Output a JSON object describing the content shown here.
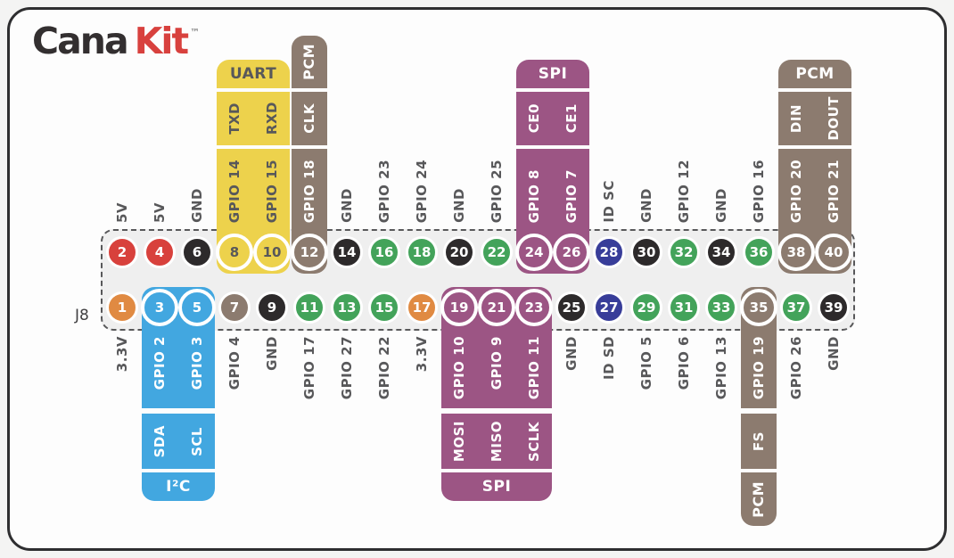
{
  "logo": {
    "part1": "Cana",
    "part2": "Kit",
    "tm": "™"
  },
  "connector": {
    "name": "J8"
  },
  "colors": {
    "red": "#d8413c",
    "orange": "#e08a42",
    "black": "#2d2a2b",
    "green": "#43a35a",
    "navy": "#383d99",
    "yellow": "#edd24c",
    "brown": "#8c7b6f",
    "purple": "#9c5584",
    "blue": "#42a7e0",
    "label_gray": "#58585a",
    "row_bg": "#efefef",
    "panel_border": "#2e2e30",
    "white": "#ffffff"
  },
  "pins": {
    "top": [
      {
        "pin": 2,
        "label": "5V",
        "color": "red"
      },
      {
        "pin": 4,
        "label": "5V",
        "color": "red"
      },
      {
        "pin": 6,
        "label": "GND",
        "color": "black"
      },
      {
        "pin": 8,
        "label": "GPIO 14",
        "color": "yellow",
        "ringed": true,
        "darkText": true
      },
      {
        "pin": 10,
        "label": "GPIO 15",
        "color": "yellow",
        "ringed": true,
        "darkText": true
      },
      {
        "pin": 12,
        "label": "GPIO 18",
        "color": "brown",
        "ringed": true,
        "labelWhite": true
      },
      {
        "pin": 14,
        "label": "GND",
        "color": "black"
      },
      {
        "pin": 16,
        "label": "GPIO 23",
        "color": "green"
      },
      {
        "pin": 18,
        "label": "GPIO 24",
        "color": "green"
      },
      {
        "pin": 20,
        "label": "GND",
        "color": "black"
      },
      {
        "pin": 22,
        "label": "GPIO 25",
        "color": "green"
      },
      {
        "pin": 24,
        "label": "GPIO 8",
        "color": "purple",
        "ringed": true,
        "labelWhite": true
      },
      {
        "pin": 26,
        "label": "GPIO 7",
        "color": "purple",
        "ringed": true,
        "labelWhite": true
      },
      {
        "pin": 28,
        "label": "ID SC",
        "color": "navy"
      },
      {
        "pin": 30,
        "label": "GND",
        "color": "black"
      },
      {
        "pin": 32,
        "label": "GPIO 12",
        "color": "green"
      },
      {
        "pin": 34,
        "label": "GND",
        "color": "black"
      },
      {
        "pin": 36,
        "label": "GPIO 16",
        "color": "green"
      },
      {
        "pin": 38,
        "label": "GPIO 20",
        "color": "brown",
        "ringed": true,
        "labelWhite": true
      },
      {
        "pin": 40,
        "label": "GPIO 21",
        "color": "brown",
        "ringed": true,
        "labelWhite": true
      }
    ],
    "bottom": [
      {
        "pin": 1,
        "label": "3.3V",
        "color": "orange"
      },
      {
        "pin": 3,
        "label": "GPIO 2",
        "color": "blue",
        "ringed": true,
        "labelWhite": true
      },
      {
        "pin": 5,
        "label": "GPIO 3",
        "color": "blue",
        "ringed": true,
        "labelWhite": true
      },
      {
        "pin": 7,
        "label": "GPIO 4",
        "color": "brown"
      },
      {
        "pin": 9,
        "label": "GND",
        "color": "black"
      },
      {
        "pin": 11,
        "label": "GPIO 17",
        "color": "green"
      },
      {
        "pin": 13,
        "label": "GPIO 27",
        "color": "green"
      },
      {
        "pin": 15,
        "label": "GPIO 22",
        "color": "green"
      },
      {
        "pin": 17,
        "label": "3.3V",
        "color": "orange"
      },
      {
        "pin": 19,
        "label": "GPIO 10",
        "color": "purple",
        "ringed": true,
        "labelWhite": true
      },
      {
        "pin": 21,
        "label": "GPIO 9",
        "color": "purple",
        "ringed": true,
        "labelWhite": true
      },
      {
        "pin": 23,
        "label": "GPIO 11",
        "color": "purple",
        "ringed": true,
        "labelWhite": true
      },
      {
        "pin": 25,
        "label": "GND",
        "color": "black"
      },
      {
        "pin": 27,
        "label": "ID SD",
        "color": "navy"
      },
      {
        "pin": 29,
        "label": "GPIO 5",
        "color": "green"
      },
      {
        "pin": 31,
        "label": "GPIO 6",
        "color": "green"
      },
      {
        "pin": 33,
        "label": "GPIO 13",
        "color": "green"
      },
      {
        "pin": 35,
        "label": "GPIO 19",
        "color": "brown",
        "ringed": true,
        "labelWhite": true
      },
      {
        "pin": 37,
        "label": "GPIO 26",
        "color": "green"
      },
      {
        "pin": 39,
        "label": "GND",
        "color": "black"
      }
    ]
  },
  "groups": [
    {
      "id": "uart",
      "color": "yellow",
      "darkText": true,
      "side": "top",
      "cols": [
        3,
        4
      ],
      "header": {
        "label": "UART",
        "vertical": false
      },
      "mid": [
        "TXD",
        "RXD"
      ]
    },
    {
      "id": "pcm-left",
      "color": "brown",
      "side": "top",
      "cols": [
        5
      ],
      "header": {
        "label": "PCM",
        "vertical": true
      },
      "mid": [
        "CLK"
      ]
    },
    {
      "id": "spi-top",
      "color": "purple",
      "side": "top",
      "cols": [
        11,
        12
      ],
      "header": {
        "label": "SPI",
        "vertical": false
      },
      "mid": [
        "CE0",
        "CE1"
      ]
    },
    {
      "id": "pcm-right",
      "color": "brown",
      "side": "top",
      "cols": [
        18,
        19
      ],
      "header": {
        "label": "PCM",
        "vertical": false
      },
      "mid": [
        "DIN",
        "DOUT"
      ]
    },
    {
      "id": "i2c",
      "color": "blue",
      "side": "bottom",
      "cols": [
        1,
        2
      ],
      "mid": [
        "SDA",
        "SCL"
      ],
      "footer": {
        "label": "I²C",
        "vertical": false
      }
    },
    {
      "id": "spi-bottom",
      "color": "purple",
      "side": "bottom",
      "cols": [
        9,
        10,
        11
      ],
      "mid": [
        "MOSI",
        "MISO",
        "SCLK"
      ],
      "footer": {
        "label": "SPI",
        "vertical": false
      }
    },
    {
      "id": "pcm-bottom",
      "color": "brown",
      "side": "bottom",
      "cols": [
        17
      ],
      "mid": [
        "FS"
      ],
      "footer": {
        "label": "PCM",
        "vertical": true
      }
    }
  ]
}
